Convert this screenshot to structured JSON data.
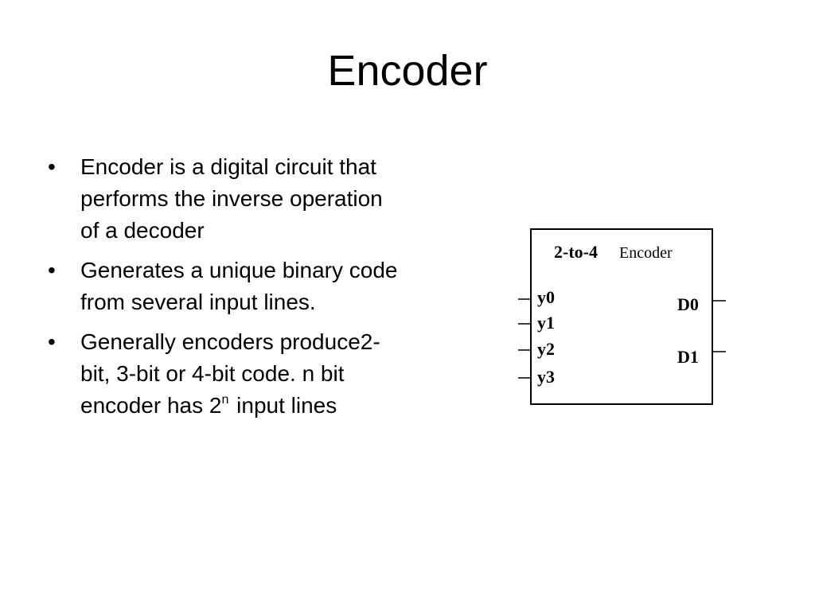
{
  "slide": {
    "title": "Encoder",
    "bullets": [
      {
        "text": "Encoder is a digital circuit that performs the inverse operation of a decoder"
      },
      {
        "text": "Generates a unique binary code from several input lines."
      },
      {
        "text_before": "Generally encoders produce2-bit, 3-bit or 4-bit code. n bit encoder has 2",
        "superscript": "n",
        "text_after": " input lines"
      }
    ],
    "bullet_symbol": "•"
  },
  "diagram": {
    "block_label_prefix": "2-to-4",
    "block_label_suffix": "Encoder",
    "inputs": [
      "y0",
      "y1",
      "y2",
      "y3"
    ],
    "outputs": [
      "D0",
      "D1"
    ]
  }
}
